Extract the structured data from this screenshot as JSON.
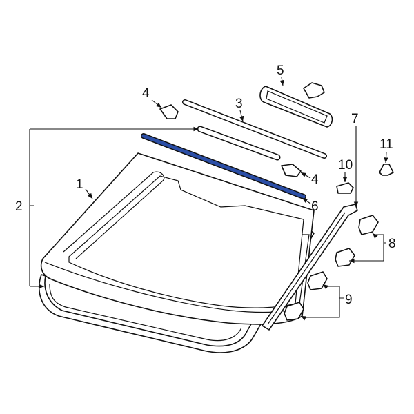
{
  "highlight_color": "#2b4ea6",
  "callouts": {
    "c1": "1",
    "c2": "2",
    "c3": "3",
    "c4a": "4",
    "c4b": "4",
    "c5": "5",
    "c6": "6",
    "c7": "7",
    "c8": "8",
    "c9": "9",
    "c10": "10",
    "c11": "11"
  },
  "highlighted_part": "6"
}
